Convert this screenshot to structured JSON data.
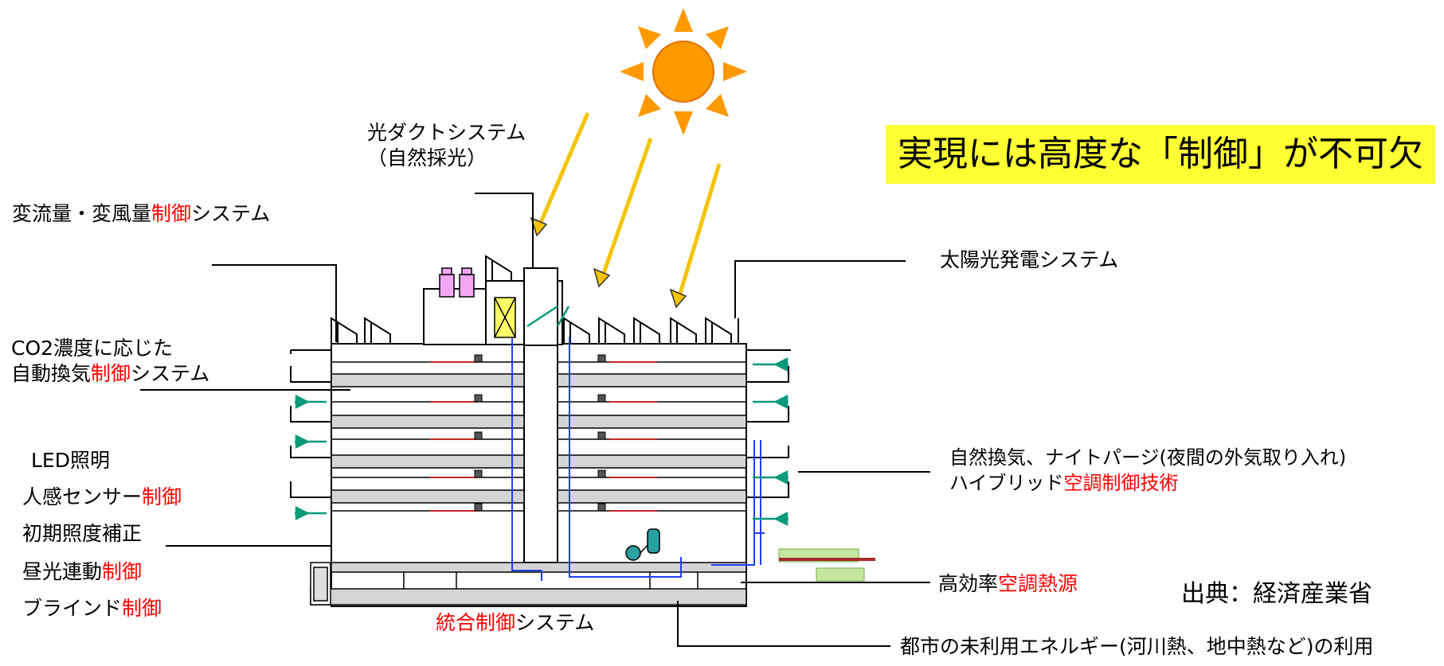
{
  "banner": {
    "text": "実現には高度な「制御」が不可欠"
  },
  "source": {
    "text": "出典：経済産業省"
  },
  "labels": {
    "light_duct": {
      "line1": "光ダクトシステム",
      "line2": "（自然採光）"
    },
    "vav": {
      "pre": "変流量・変風量",
      "red": "制御",
      "post": "システム"
    },
    "pv": {
      "text": "太陽光発電システム"
    },
    "co2": {
      "line1": "CO2濃度に応じた",
      "pre": "自動換気",
      "red": "制御",
      "post": "システム"
    },
    "led": {
      "text": "LED照明"
    },
    "sensor": {
      "pre": "人感センサー",
      "red": "制御"
    },
    "initial": {
      "text": "初期照度補正"
    },
    "daylight": {
      "pre": "昼光連動",
      "red": "制御"
    },
    "blind": {
      "pre": "ブラインド",
      "red": "制御"
    },
    "natural_vent": {
      "line1": "自然換気、ナイトパージ(夜間の外気取り入れ)",
      "pre": "ハイブリッド",
      "red": "空調制御技術"
    },
    "heat_source": {
      "pre": "高効率",
      "red": "空調熱源"
    },
    "integrated": {
      "red": "統合制御",
      "post": "システム"
    },
    "unused_energy": {
      "text": "都市の未利用エネルギー(河川熱、地中熱など)の利用"
    }
  },
  "colors": {
    "sun": "#ff9900",
    "ray": "#f5c400",
    "banner": "#ffff33",
    "emphasis": "#ff0000",
    "water_pipe": "#1f3fff",
    "vent_arrow": "#0a9a7a",
    "floor": "#d4d4d4"
  },
  "icons": [
    "sun-icon",
    "vent-arrow-icon",
    "pump-icon",
    "solar-panel-icon",
    "heat-exchanger-icon"
  ]
}
